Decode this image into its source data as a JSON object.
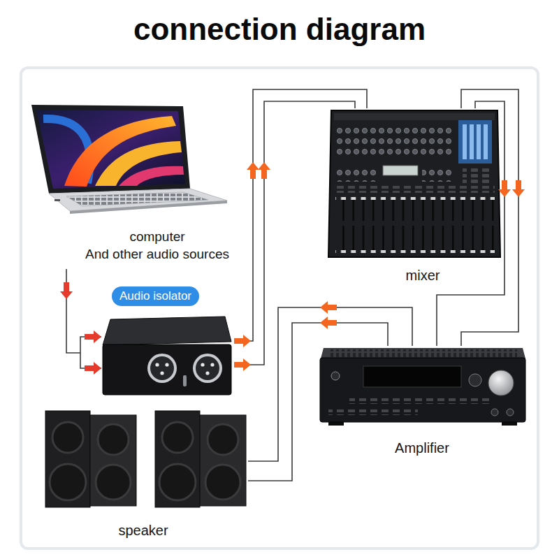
{
  "diagram": {
    "title": "connection diagram",
    "nodes": [
      {
        "text": [
          "computer And other audio sources"
        ]
      },
      {
        "text": [
          "Audio isolator"
        ]
      },
      {
        "text": [
          "mixer"
        ]
      },
      {
        "text": [
          "Amplifier"
        ]
      },
      {
        "text": [
          "speaker"
        ]
      }
    ],
    "edges": [
      {
        "from": 0,
        "to": 1,
        "arrow": "to"
      },
      {
        "from": 1,
        "to": 2,
        "arrow": "to"
      },
      {
        "from": 2,
        "to": 3,
        "arrow": "to"
      },
      {
        "from": 3,
        "to": 4,
        "arrow": "to"
      }
    ]
  }
}
